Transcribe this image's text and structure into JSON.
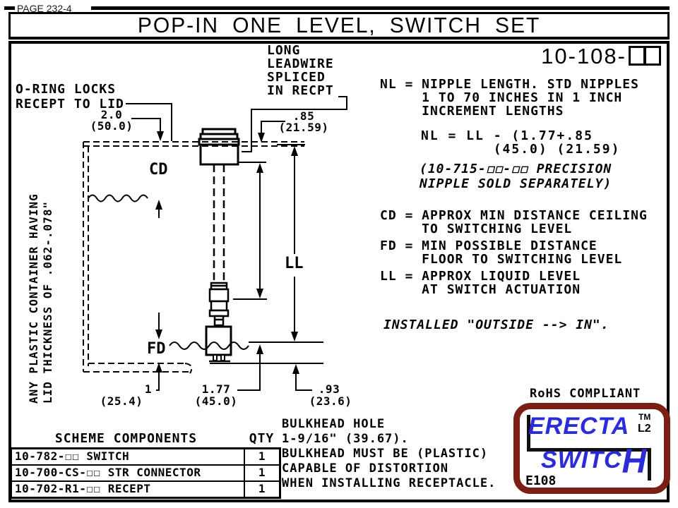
{
  "header": {
    "page_label": "PAGE 232-4",
    "title": "POP-IN ONE LEVEL, SWITCH SET",
    "part_number_prefix": "10-108-"
  },
  "notes": {
    "oring": "O-RING LOCKS\nRECEPT TO LID",
    "container": "ANY PLASTIC CONTAINER HAVING\nLID THICKNESS OF .062-.078\"",
    "leadwire": "LONG\nLEADWIRE\nSPLICED\nIN RECPT",
    "nl_definition": "NL = NIPPLE LENGTH. STD NIPPLES\n     1 TO 70 INCHES IN 1 INCH\n     INCREMENT LENGTHS",
    "nl_formula": "NL = LL - (1.77+.85\n        (45.0) (21.59)",
    "precision": "(10-715-☐☐-☐☐ PRECISION\nNIPPLE SOLD SEPARATELY)",
    "cd_definition": "CD = APPROX MIN DISTANCE CEILING\n     TO SWITCHING LEVEL",
    "fd_definition": "FD = MIN POSSIBLE DISTANCE\n     FLOOR TO SWITCHING LEVEL",
    "ll_definition": "LL = APPROX LIQUID LEVEL\n     AT SWITCH ACTUATION",
    "installed": "INSTALLED \"OUTSIDE --> IN\".",
    "bulkhead": "BULKHEAD HOLE\n1-9/16\" (39.67).\nBULKHEAD MUST BE (PLASTIC)\nCAPABLE OF DISTORTION\nWHEN INSTALLING RECEPTACLE.",
    "rohs": "RoHS COMPLIANT"
  },
  "dims": {
    "cd": "CD",
    "fd": "FD",
    "ll": "LL",
    "top_left_in": "2.0",
    "top_left_mm": "(50.0)",
    "top_right_in": ".85",
    "top_right_mm": "(21.59)",
    "bottom_left_in": "1",
    "bottom_left_mm": "(25.4)",
    "bottom_mid_in": "1.77",
    "bottom_mid_mm": "(45.0)",
    "bottom_right_in": ".93",
    "bottom_right_mm": "(23.6)"
  },
  "table": {
    "header": {
      "components": "SCHEME COMPONENTS",
      "qty": "QTY"
    },
    "rows": [
      {
        "part": "10-782-☐☐ SWITCH",
        "qty": "1"
      },
      {
        "part": "10-700-CS-☐☐ STR CONNECTOR",
        "qty": "1"
      },
      {
        "part": "10-702-R1-☐☐ RECEPT",
        "qty": "1"
      }
    ]
  },
  "logo": {
    "word1": "ERECTA",
    "word2_head": "SWITC",
    "word2_tail": "H",
    "tm": "TM",
    "l2": "L2",
    "code": "E108",
    "colors": {
      "blue": "#2b2bd8",
      "maroon": "#7b1f15",
      "ink": "#000000"
    }
  }
}
